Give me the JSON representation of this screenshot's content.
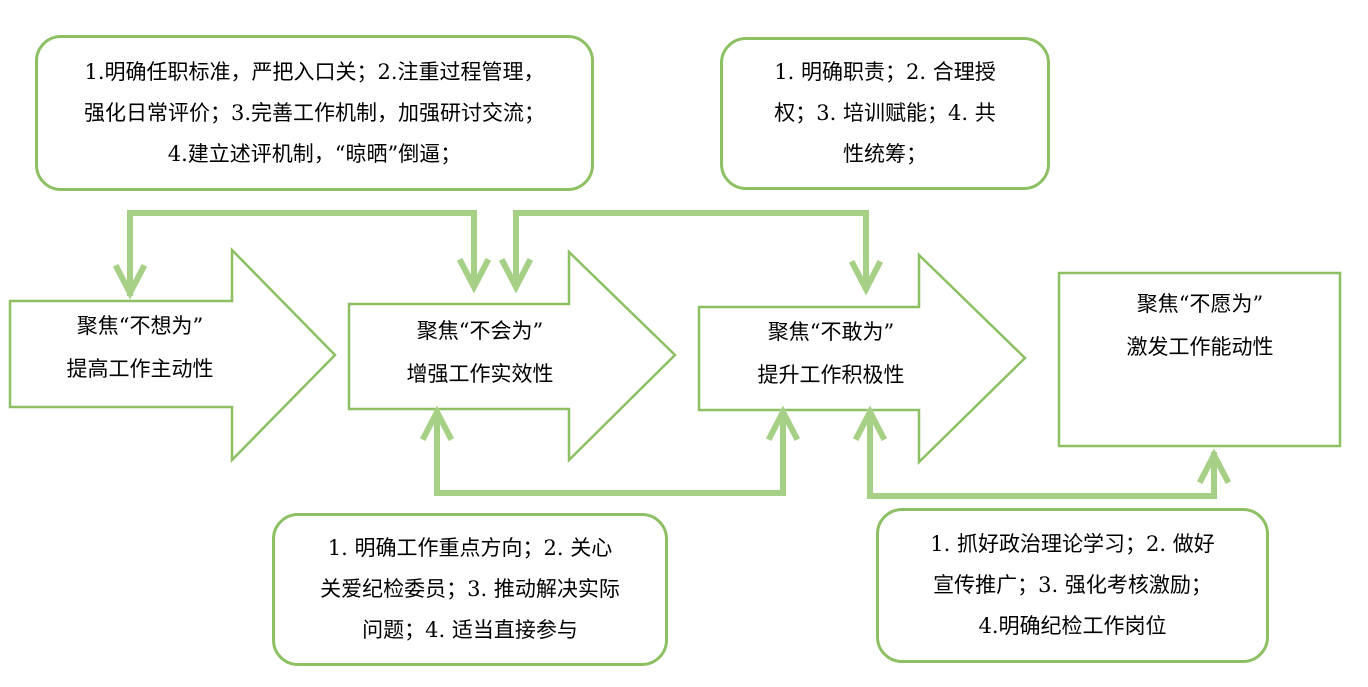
{
  "stages": [
    {
      "line1": "聚焦“不想为”",
      "line2": "提高工作主动性"
    },
    {
      "line1": "聚焦“不会为”",
      "line2": "增强工作实效性"
    },
    {
      "line1": "聚焦“不敢为”",
      "line2": "提升工作积极性"
    },
    {
      "line1": "聚焦“不愿为”",
      "line2": "激发工作能动性"
    }
  ],
  "measures": {
    "top_left": [
      "1.明确任职标准，严把入口关；2.注重过程管理，",
      "强化日常评价；3.完善工作机制，加强研讨交流；",
      "4.建立述评机制，“晾晒”倒逼；"
    ],
    "top_right": [
      "1.  明确职责；2.  合理授",
      "权；3.  培训赋能；4.  共",
      "性统筹；"
    ],
    "bottom_mid": [
      "1.  明确工作重点方向；2.  关心",
      "关爱纪检委员；3.  推动解决实际",
      "问题；4.  适当直接参与"
    ],
    "bottom_right": [
      "1.  抓好政治理论学习；2.  做好",
      "宣传推广；3.  强化考核激励；",
      "4.明确纪检工作岗位"
    ]
  },
  "colors": {
    "outline": "#8cc063",
    "connector": "#a6d086"
  }
}
